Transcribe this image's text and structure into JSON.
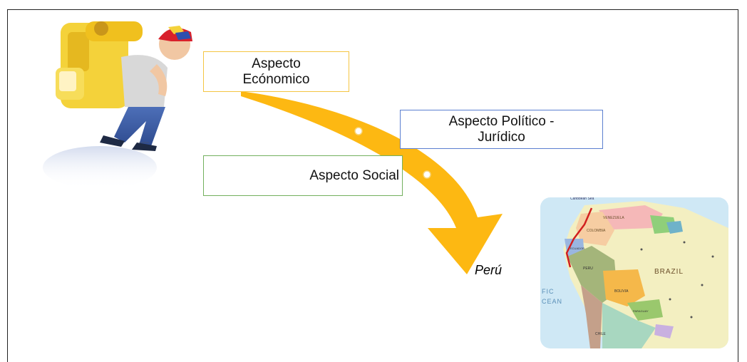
{
  "diagram": {
    "boxes": {
      "economic": "Aspecto\nEcónomico",
      "political": "Aspecto Político -\nJurídico",
      "social": "Aspecto Social"
    },
    "destination": "Perú",
    "arrow_color": "#fdb812",
    "map_labels": {
      "brazil": "BRAZIL",
      "venezuela": "VENEZUELA",
      "colombia": "COLOMBIA",
      "ecuador": "ECUADOR",
      "peru": "PERU",
      "bolivia": "BOLIVIA",
      "paraguay": "PARAGUAY",
      "chile": "CHILE",
      "ocean": "FIC\nCEAN",
      "caribbean": "Caribbean Sea"
    }
  }
}
